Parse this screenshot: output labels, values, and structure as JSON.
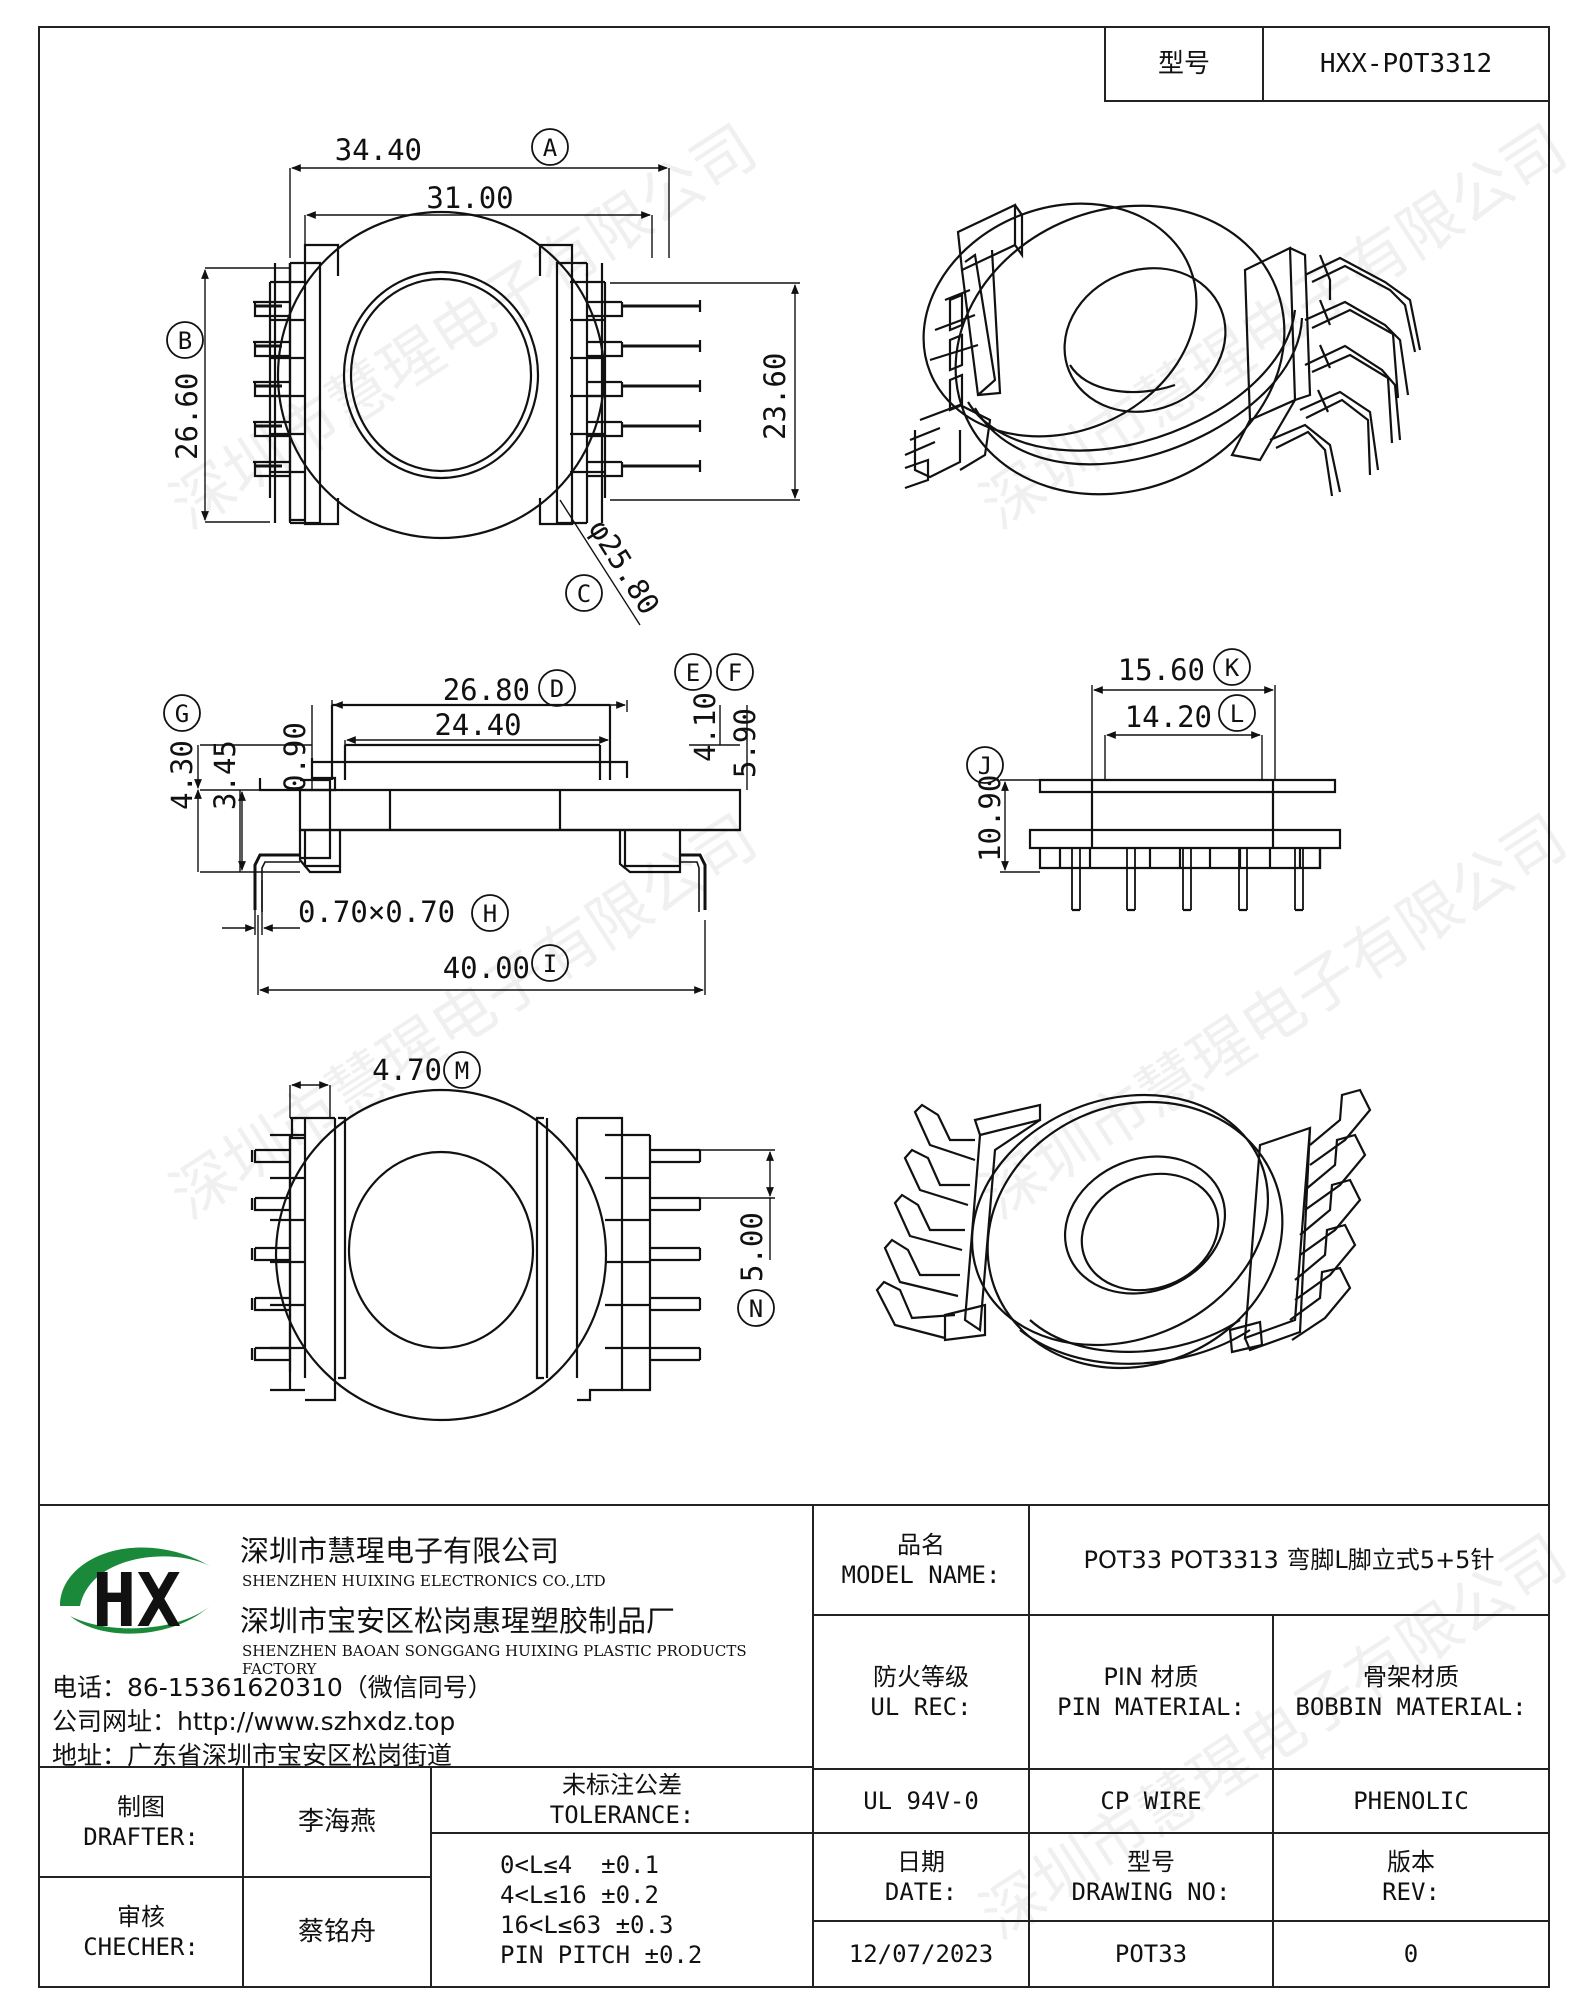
{
  "header": {
    "model_label": "型号",
    "model_value": "HXX-POT3312"
  },
  "drawing": {
    "top_view": {
      "dim_a": "34.40",
      "label_a": "A",
      "dim_31": "31.00",
      "dim_b": "26.60",
      "label_b": "B",
      "dim_2360": "23.60",
      "dim_c": "φ25.80",
      "label_c": "C"
    },
    "side_view": {
      "dim_d": "26.80",
      "label_d": "D",
      "dim_2440": "24.40",
      "dim_090": "0.90",
      "dim_e": "4.10",
      "label_e": "E",
      "dim_f": "5.90",
      "label_f": "F",
      "dim_g": "4.30",
      "label_g": "G",
      "dim_345": "3.45",
      "dim_h": "0.70×0.70",
      "label_h": "H",
      "dim_i": "40.00",
      "label_i": "I"
    },
    "end_view": {
      "dim_k": "15.60",
      "label_k": "K",
      "dim_l": "14.20",
      "label_l": "L",
      "dim_j": "10.90",
      "label_j": "J"
    },
    "bottom_view": {
      "dim_m": "4.70",
      "label_m": "M",
      "dim_n": "5.00",
      "label_n": "N"
    },
    "watermark": "深圳市慧瑆电子有限公司"
  },
  "title_block": {
    "company_cn": "深圳市慧瑆电子有限公司",
    "company_en": "SHENZHEN HUIXING ELECTRONICS CO.,LTD",
    "factory_cn": "深圳市宝安区松岗惠瑆塑胶制品厂",
    "factory_en": "SHENZHEN BAOAN SONGGANG HUIXING PLASTIC PRODUCTS FACTORY",
    "phone": "电话：86-15361620310（微信同号）",
    "website": "公司网址：http://www.szhxdz.top",
    "address": "地址：广东省深圳市宝安区松岗街道",
    "logo_text": "HX",
    "model_name_label_cn": "品名",
    "model_name_label_en": "MODEL NAME:",
    "model_name_value": "POT33 POT3313 弯脚L脚立式5+5针",
    "ul_label_cn": "防火等级",
    "ul_label_en": "UL REC:",
    "pin_label_cn": "PIN 材质",
    "pin_label_en": "PIN MATERIAL:",
    "bobbin_label_cn": "骨架材质",
    "bobbin_label_en": "BOBBIN MATERIAL:",
    "ul_value": "UL 94V-0",
    "pin_value": "CP WIRE",
    "bobbin_value": "PHENOLIC",
    "drafter_label_cn": "制图",
    "drafter_label_en": "DRAFTER:",
    "drafter_value": "李海燕",
    "checker_label_cn": "审核",
    "checker_label_en": "CHECHER:",
    "checker_value": "蔡铭舟",
    "tolerance_label_cn": "未标注公差",
    "tolerance_label_en": "TOLERANCE:",
    "tolerances": [
      "0<L≤4  ±0.1",
      "4<L≤16 ±0.2",
      "16<L≤63 ±0.3",
      "PIN PITCH ±0.2"
    ],
    "date_label_cn": "日期",
    "date_label_en": "DATE:",
    "drawing_no_label_cn": "型号",
    "drawing_no_label_en": "DRAWING NO:",
    "rev_label_cn": "版本",
    "rev_label_en": "REV:",
    "date_value": "12/07/2023",
    "drawing_no_value": "POT33",
    "rev_value": "0"
  }
}
